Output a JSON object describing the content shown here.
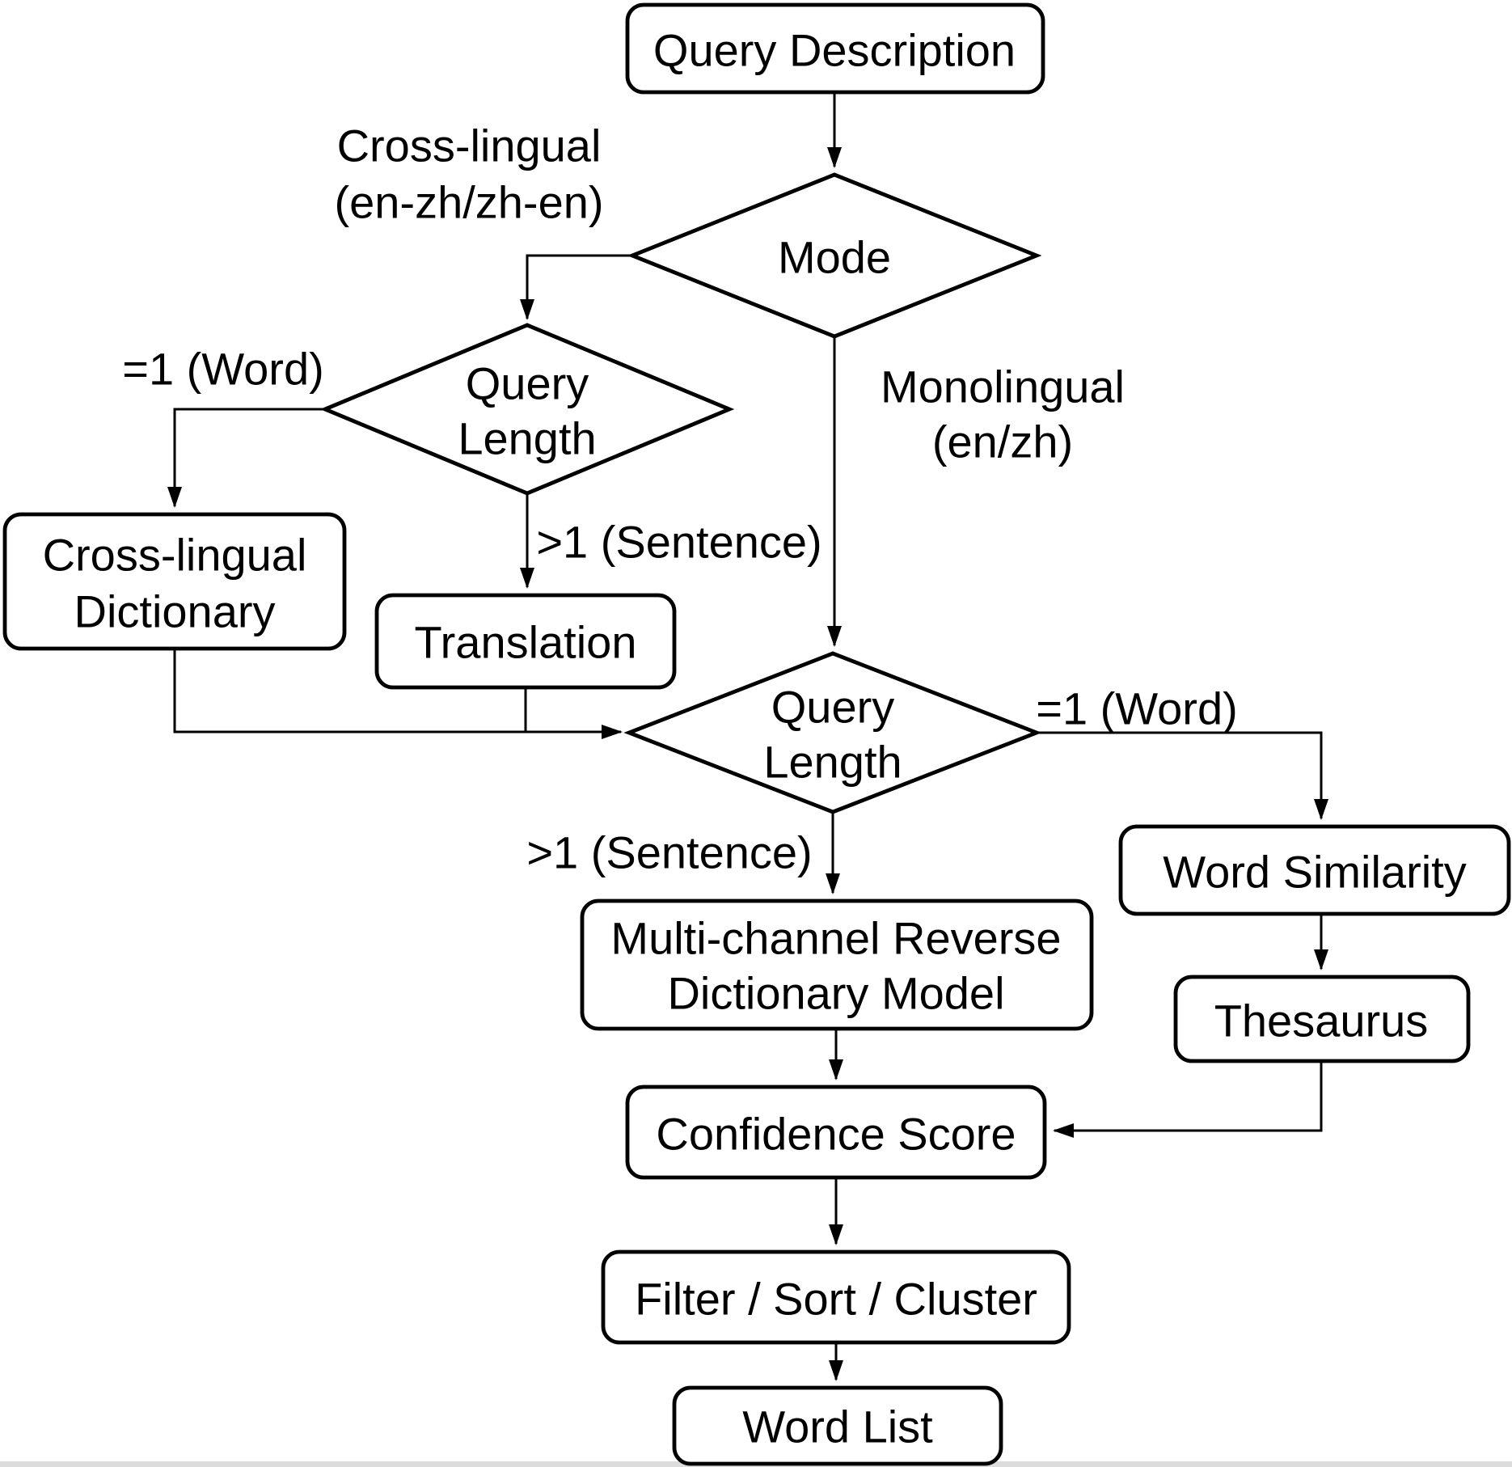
{
  "diagram": {
    "title_semantic": "Reverse dictionary system flowchart",
    "colors": {
      "background": "#ffffff",
      "stroke": "#000000",
      "text": "#000000",
      "bottom_edge_strip": "#dcdcdc"
    },
    "nodes": {
      "query_description": {
        "label": "Query Description"
      },
      "mode": {
        "label": "Mode"
      },
      "query_length_1": {
        "line1": "Query",
        "line2": "Length"
      },
      "cross_lingual_dictionary": {
        "line1": "Cross-lingual",
        "line2": "Dictionary"
      },
      "translation": {
        "label": "Translation"
      },
      "query_length_2": {
        "line1": "Query",
        "line2": "Length"
      },
      "multi_channel_model": {
        "line1": "Multi-channel Reverse",
        "line2": "Dictionary Model"
      },
      "word_similarity": {
        "label": "Word Similarity"
      },
      "thesaurus": {
        "label": "Thesaurus"
      },
      "confidence_score": {
        "label": "Confidence Score"
      },
      "filter_sort_cluster": {
        "label": "Filter / Sort / Cluster"
      },
      "word_list": {
        "label": "Word List"
      }
    },
    "edge_labels": {
      "cross_lingual_branch": {
        "line1": "Cross-lingual",
        "line2": "(en-zh/zh-en)"
      },
      "monolingual_branch": {
        "line1": "Monolingual",
        "line2": "(en/zh)"
      },
      "eq1_word_left": "=1 (Word)",
      "gt1_sentence_left": ">1 (Sentence)",
      "eq1_word_right": "=1 (Word)",
      "gt1_sentence_right": ">1 (Sentence)"
    }
  }
}
